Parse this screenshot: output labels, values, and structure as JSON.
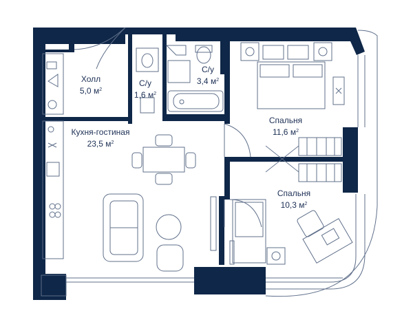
{
  "rooms": [
    {
      "name": "Холл",
      "area": "5,0",
      "unit": "м",
      "exp": "2"
    },
    {
      "name": "С/у",
      "area": "1,6",
      "unit": "м",
      "exp": "2"
    },
    {
      "name": "С/у",
      "area": "3,4",
      "unit": "м",
      "exp": "2"
    },
    {
      "name": "Спальня",
      "area": "11,6",
      "unit": "м",
      "exp": "2"
    },
    {
      "name": "Кухня-гостиная",
      "area": "23,5",
      "unit": "м",
      "exp": "2"
    },
    {
      "name": "Спальня",
      "area": "10,3",
      "unit": "м",
      "exp": "2"
    }
  ],
  "colors": {
    "wall": "#0f2748",
    "line": "#5f6f8a",
    "glass": "#8a97ab"
  }
}
